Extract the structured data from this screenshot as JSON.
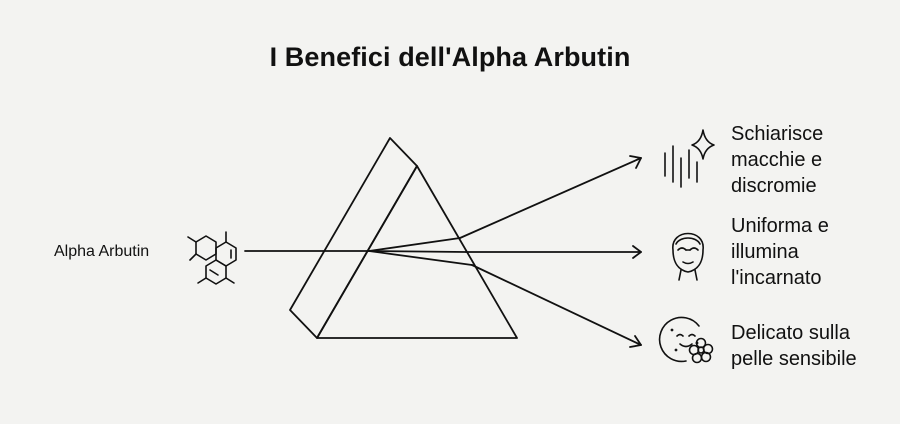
{
  "title": "I Benefici dell'Alpha Arbutin",
  "source": {
    "label": "Alpha Arbutin",
    "icon": "molecule-icon"
  },
  "benefits": [
    {
      "icon": "sparkle-lines-icon",
      "lines": [
        "Schiarisce",
        "macchie e",
        "discromie"
      ]
    },
    {
      "icon": "face-glasses-icon",
      "lines": [
        "Uniforma e",
        "illumina",
        "l'incarnato"
      ]
    },
    {
      "icon": "sensitive-skin-flower-icon",
      "lines": [
        "Delicato sulla",
        "pelle sensibile"
      ]
    }
  ],
  "colors": {
    "background": "#f3f3f1",
    "stroke": "#111111"
  }
}
